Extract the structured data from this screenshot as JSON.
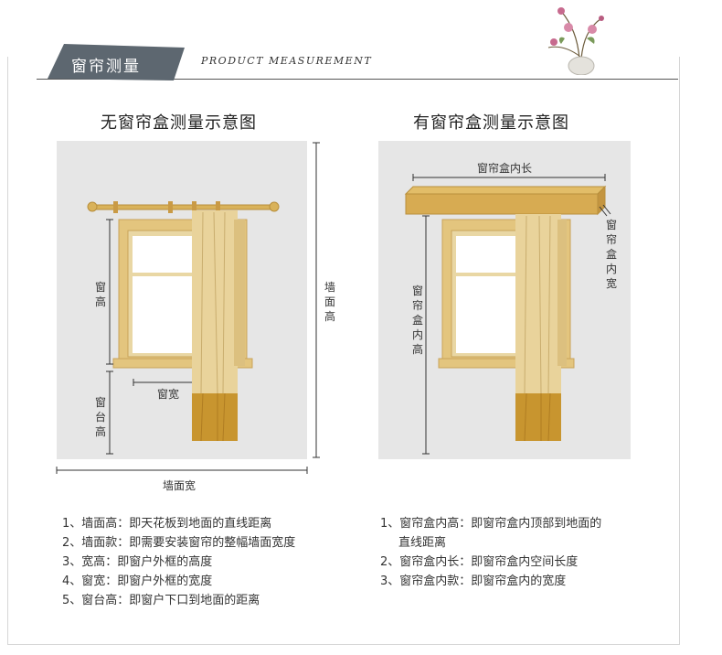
{
  "header": {
    "tag_label": "窗帘测量",
    "subtitle": "PRODUCT MEASUREMENT"
  },
  "left_diagram": {
    "title": "无窗帘盒测量示意图",
    "labels": {
      "window_height": "窗高",
      "sill_height": "窗台高",
      "window_width": "窗宽",
      "wall_height": "墙面高",
      "wall_width": "墙面宽"
    }
  },
  "right_diagram": {
    "title": "有窗帘盒测量示意图",
    "labels": {
      "box_length": "窗帘盒内长",
      "box_width": "窗帘盒内宽",
      "box_height": "窗帘盒内高"
    }
  },
  "left_notes": [
    "1、墙面高：即天花板到地面的直线距离",
    "2、墙面款：即需要安装窗帘的整幅墙面宽度",
    "3、宽高：即窗户外框的高度",
    "4、窗宽：即窗户外框的宽度",
    "5、窗台高：即窗户下口到地面的距离"
  ],
  "right_notes": [
    "1、窗帘盒内高：即窗帘盒内顶部到地面的",
    "直线距离",
    "2、窗帘盒内长：即窗帘盒内空间长度",
    "3、窗帘盒内款：即窗帘盒内的宽度"
  ],
  "colors": {
    "tag_bg": "#5d6770",
    "panel_bg": "#e6e6e6",
    "frame_wood": "#e3c57e",
    "curtain_light": "#e9d39b",
    "curtain_dark": "#c8952f",
    "box_wood": "#d7ab52"
  }
}
